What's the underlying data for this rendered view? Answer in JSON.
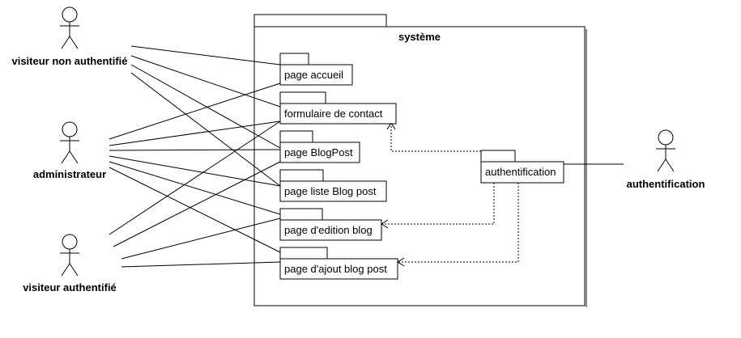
{
  "system": {
    "title": "système"
  },
  "actors": {
    "visitor_unauth": "visiteur non authentifié",
    "admin": "administrateur",
    "visitor_auth": "visiteur authentifié",
    "auth": "authentification"
  },
  "packages": {
    "accueil": "page accueil",
    "contact": "formulaire de contact",
    "blogpost": "page BlogPost",
    "liste": "page liste Blog post",
    "edition": "page d'edition blog",
    "ajout": "page d'ajout blog post",
    "authentification": "authentification"
  }
}
